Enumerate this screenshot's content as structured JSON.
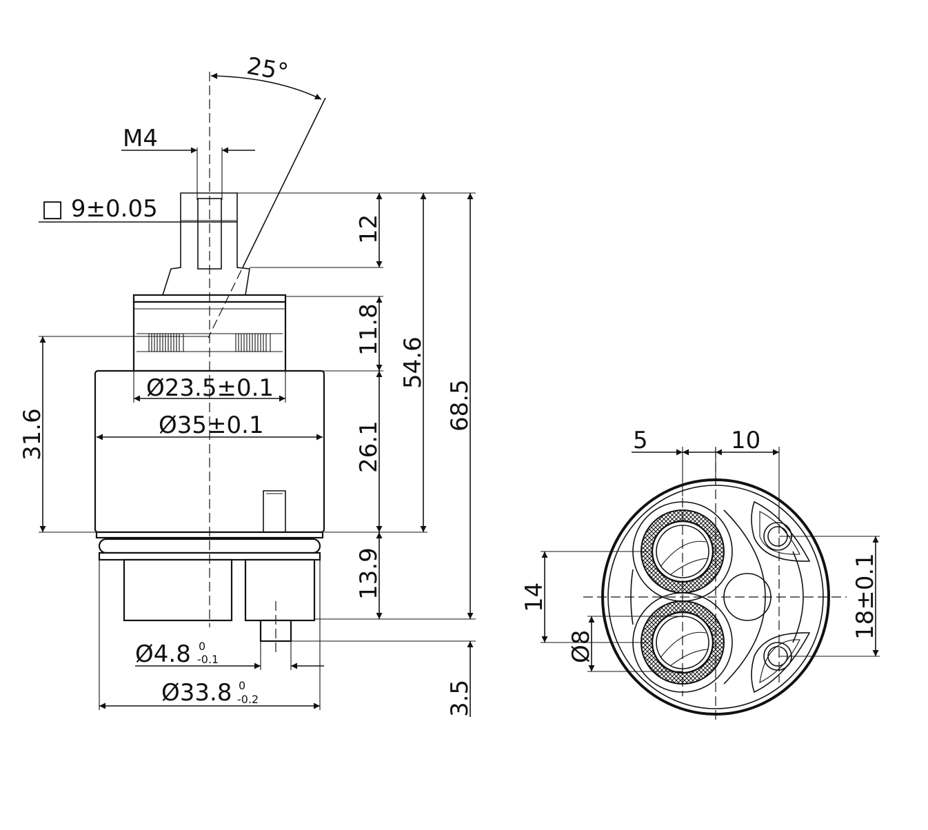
{
  "drawing": {
    "side_view": {
      "angle_label": "25°",
      "thread_label": "M4",
      "square_label": "□ 9±0.05",
      "dim_12": "12",
      "dim_11_8": "11.8",
      "dim_54_6": "54.6",
      "dim_68_5": "68.5",
      "dim_31_6": "31.6",
      "dim_26_1": "26.1",
      "dim_13_9": "13.9",
      "dim_3_5": "3.5",
      "dia_23_5": "Ø23.5±0.1",
      "dia_35": "Ø35±0.1",
      "dia_4_8": "Ø4.8",
      "dia_4_8_tol_upper": "0",
      "dia_4_8_tol_lower": "-0.1",
      "dia_33_8": "Ø33.8",
      "dia_33_8_tol_upper": "0",
      "dia_33_8_tol_lower": "-0.2"
    },
    "bottom_view": {
      "dim_5": "5",
      "dim_10": "10",
      "dim_14": "14",
      "dia_8": "Ø8",
      "dim_18": "18±0.1"
    }
  }
}
